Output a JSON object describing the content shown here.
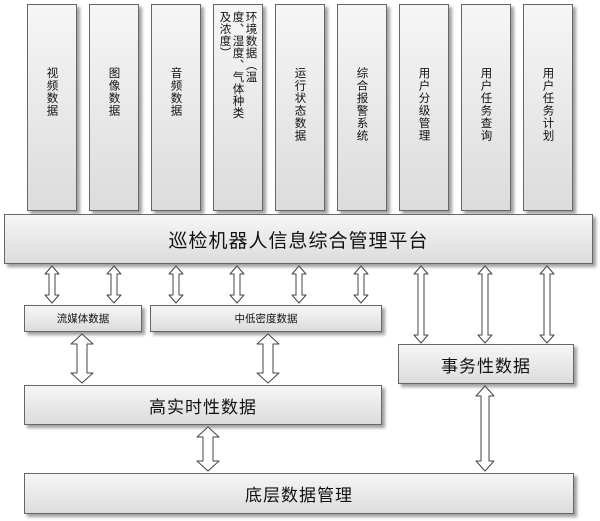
{
  "top_columns": [
    {
      "id": "video",
      "label": "视频数据"
    },
    {
      "id": "image",
      "label": "图像数据"
    },
    {
      "id": "audio",
      "label": "音频数据"
    },
    {
      "id": "env",
      "label": "环境数据（温度、湿度、气体种类及浓度）",
      "lines": [
        "环境数据（温",
        "度、湿度、气体种类",
        "及浓度）"
      ]
    },
    {
      "id": "runstate",
      "label": "运行状态数据"
    },
    {
      "id": "alarm",
      "label": "综合报警系统"
    },
    {
      "id": "userlevel",
      "label": "用户分级管理"
    },
    {
      "id": "taskquery",
      "label": "用户任务查询"
    },
    {
      "id": "taskplan",
      "label": "用户任务计划"
    }
  ],
  "platform": {
    "label": "巡检机器人信息综合管理平台"
  },
  "streaming": {
    "label": "流媒体数据"
  },
  "lowdensity": {
    "label": "中低密度数据"
  },
  "transactional": {
    "label": "事务性数据"
  },
  "realtime": {
    "label": "高实时性数据"
  },
  "storage": {
    "label": "底层数据管理"
  },
  "colors": {
    "border": "#666666",
    "fill_top": "#f6f6f6",
    "fill_bottom": "#dcdcdc",
    "arrow_fill": "#ffffff"
  }
}
